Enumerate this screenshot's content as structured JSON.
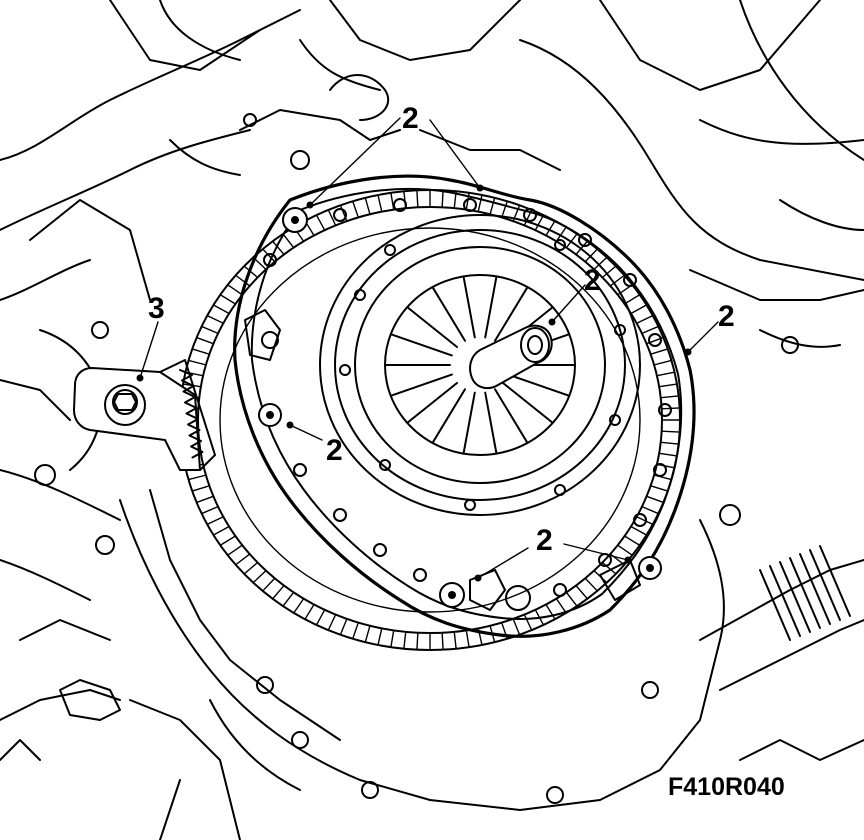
{
  "figure": {
    "code": "F410R040",
    "callouts": {
      "top": "2",
      "hub": "2",
      "right": "2",
      "left_mid": "2",
      "bottom": "2",
      "tool": "3"
    }
  },
  "colors": {
    "line": "#000000",
    "background": "#ffffff"
  }
}
